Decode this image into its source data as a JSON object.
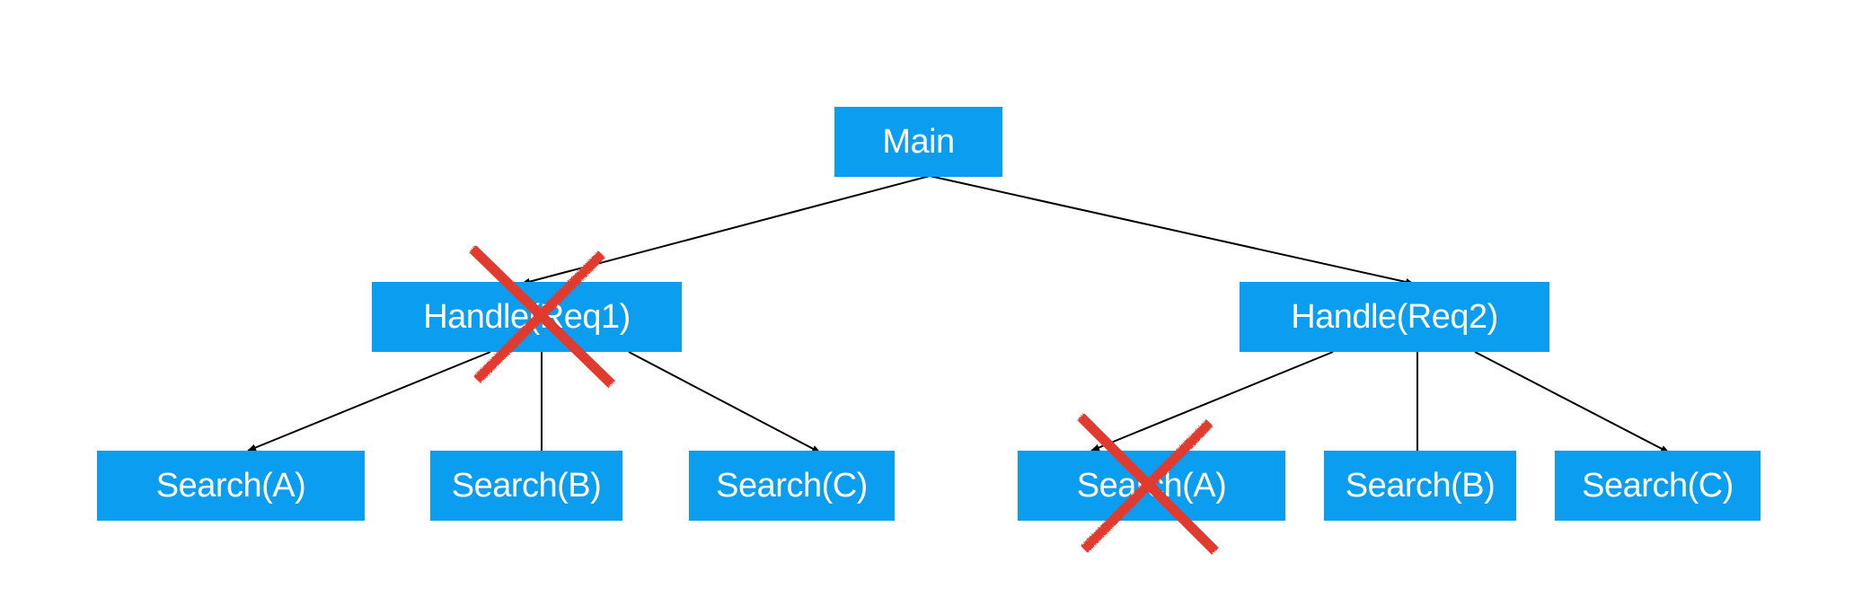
{
  "colors": {
    "node_fill": "#0a9df0",
    "node_text": "#ffffff",
    "edge": "#000000",
    "cross": "#e03a2f"
  },
  "nodes": {
    "main": {
      "label": "Main"
    },
    "handle_req1": {
      "label": "Handle(Req1)",
      "crossed_out": true
    },
    "handle_req2": {
      "label": "Handle(Req2)",
      "crossed_out": false
    },
    "req1_search_a": {
      "label": "Search(A)"
    },
    "req1_search_b": {
      "label": "Search(B)"
    },
    "req1_search_c": {
      "label": "Search(C)"
    },
    "req2_search_a": {
      "label": "Search(A)",
      "crossed_out": true
    },
    "req2_search_b": {
      "label": "Search(B)"
    },
    "req2_search_c": {
      "label": "Search(C)"
    }
  },
  "edges": [
    {
      "from": "main",
      "to": "handle_req1"
    },
    {
      "from": "main",
      "to": "handle_req2"
    },
    {
      "from": "handle_req1",
      "to": "req1_search_a"
    },
    {
      "from": "handle_req1",
      "to": "req1_search_b"
    },
    {
      "from": "handle_req1",
      "to": "req1_search_c"
    },
    {
      "from": "handle_req2",
      "to": "req2_search_a"
    },
    {
      "from": "handle_req2",
      "to": "req2_search_b"
    },
    {
      "from": "handle_req2",
      "to": "req2_search_c"
    }
  ]
}
